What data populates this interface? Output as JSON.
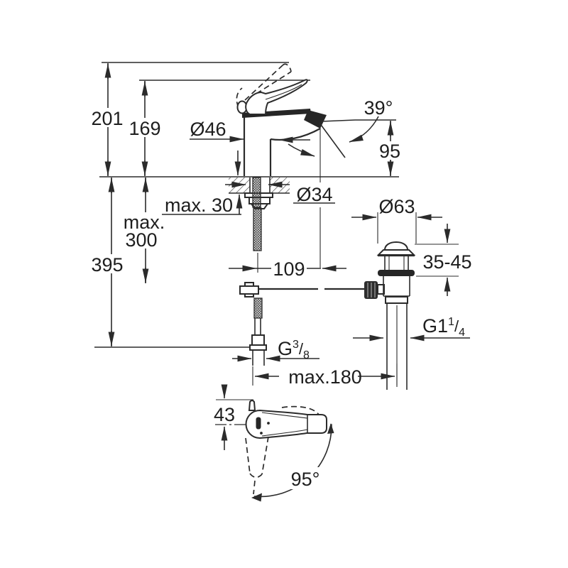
{
  "front_view": {
    "total_height": "201",
    "body_height": "169",
    "body_diameter": "Ø46",
    "spout_angle": "39°",
    "spout_height": "95",
    "deck_thickness": "max. 30",
    "hole_diameter": "Ø34",
    "install_height": "395",
    "hose_length_line1": "max.",
    "hose_length_line2": "300",
    "spout_reach": "109",
    "supply_thread": {
      "base": "G",
      "sup": "3",
      "slash": "/",
      "sub": "8"
    }
  },
  "drain_view": {
    "flange_diameter": "Ø63",
    "deck_range": "35-45",
    "thread": {
      "base": "G1",
      "sup": "1",
      "slash": "/",
      "sub": "4"
    },
    "rod_reach": "max.180"
  },
  "top_view": {
    "handle_height": "43",
    "swivel_angle": "95°"
  }
}
